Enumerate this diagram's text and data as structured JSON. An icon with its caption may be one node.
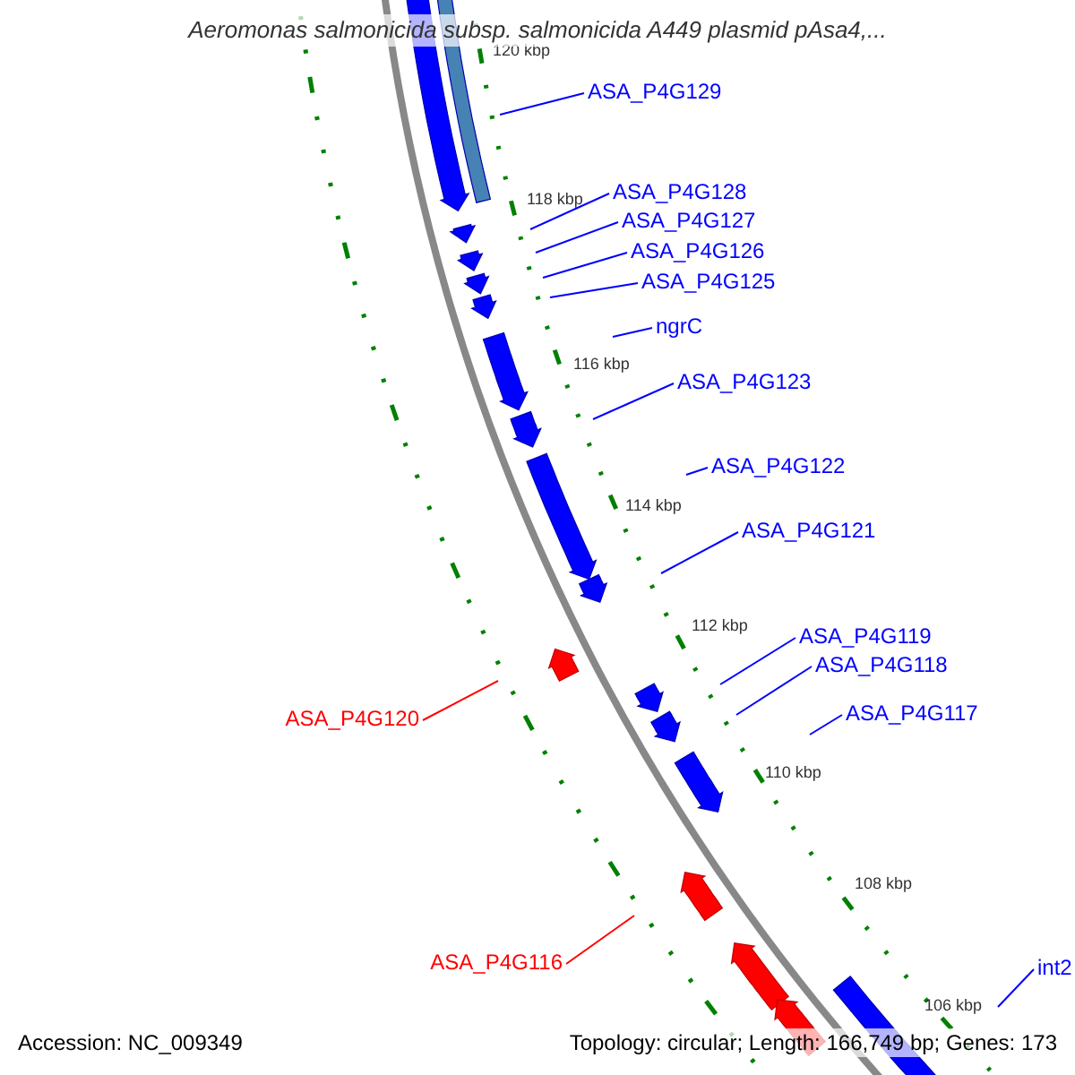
{
  "diagram": {
    "title": "Aeromonas salmonicida subsp. salmonicida A449 plasmid pAsa4,...",
    "nodes": [
      {
        "text": [
          "ASA_P4G129"
        ]
      },
      {
        "text": [
          "ASA_P4G128"
        ]
      },
      {
        "text": [
          "ASA_P4G127"
        ]
      },
      {
        "text": [
          "ASA_P4G126"
        ]
      },
      {
        "text": [
          "ASA_P4G125"
        ]
      },
      {
        "text": [
          "ngrC"
        ]
      },
      {
        "text": [
          "ASA_P4G123"
        ]
      },
      {
        "text": [
          "ASA_P4G122"
        ]
      },
      {
        "text": [
          "ASA_P4G121"
        ]
      },
      {
        "text": [
          "ASA_P4G119"
        ]
      },
      {
        "text": [
          "ASA_P4G118"
        ]
      },
      {
        "text": [
          "ASA_P4G120"
        ]
      },
      {
        "text": [
          "ASA_P4G117"
        ]
      },
      {
        "text": [
          "ASA_P4G116"
        ]
      },
      {
        "text": [
          "int2"
        ]
      }
    ],
    "edges": [
      {
        "from": 0,
        "to": null,
        "arrow": "none"
      },
      {
        "from": 1,
        "to": null,
        "arrow": "none"
      },
      {
        "from": 2,
        "to": null,
        "arrow": "none"
      },
      {
        "from": 3,
        "to": null,
        "arrow": "none"
      },
      {
        "from": 4,
        "to": null,
        "arrow": "none"
      },
      {
        "from": 5,
        "to": null,
        "arrow": "none"
      },
      {
        "from": 6,
        "to": null,
        "arrow": "none"
      },
      {
        "from": 7,
        "to": null,
        "arrow": "none"
      },
      {
        "from": 8,
        "to": null,
        "arrow": "none"
      },
      {
        "from": 9,
        "to": null,
        "arrow": "none"
      },
      {
        "from": 10,
        "to": null,
        "arrow": "none"
      },
      {
        "from": 11,
        "to": null,
        "arrow": "none",
        "color": "#ff0000"
      },
      {
        "from": 12,
        "to": null,
        "arrow": "none"
      },
      {
        "from": 13,
        "to": null,
        "arrow": "none",
        "color": "#ff0000"
      },
      {
        "from": 14,
        "to": null,
        "arrow": "none"
      }
    ],
    "labels": [
      "120 kbp",
      "118 kbp",
      "116 kbp",
      "114 kbp",
      "112 kbp",
      "110 kbp",
      "108 kbp",
      "106 kbp",
      "Accession: NC_009349",
      "Topology: circular; Length: 166,749 bp; Genes: 173"
    ]
  }
}
